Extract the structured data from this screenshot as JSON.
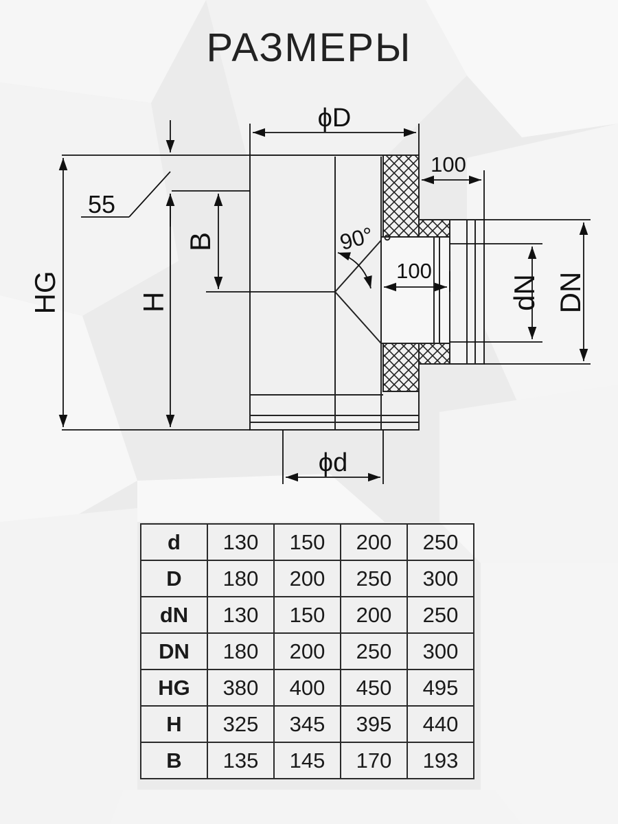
{
  "title": "РАЗМЕРЫ",
  "diagram": {
    "labels": {
      "D": "ϕD",
      "d": "ϕd",
      "HG": "HG",
      "H": "H",
      "B": "B",
      "dN": "dN",
      "DN": "DN",
      "dim55": "55",
      "dim100_top": "100",
      "dim100_inner": "100",
      "angle": "90°"
    }
  },
  "table": {
    "rows": [
      {
        "param": "d",
        "values": [
          "130",
          "150",
          "200",
          "250"
        ]
      },
      {
        "param": "D",
        "values": [
          "180",
          "200",
          "250",
          "300"
        ]
      },
      {
        "param": "dN",
        "values": [
          "130",
          "150",
          "200",
          "250"
        ]
      },
      {
        "param": "DN",
        "values": [
          "180",
          "200",
          "250",
          "300"
        ]
      },
      {
        "param": "HG",
        "values": [
          "380",
          "400",
          "450",
          "495"
        ]
      },
      {
        "param": "H",
        "values": [
          "325",
          "345",
          "395",
          "440"
        ]
      },
      {
        "param": "B",
        "values": [
          "135",
          "145",
          "170",
          "193"
        ]
      }
    ]
  }
}
